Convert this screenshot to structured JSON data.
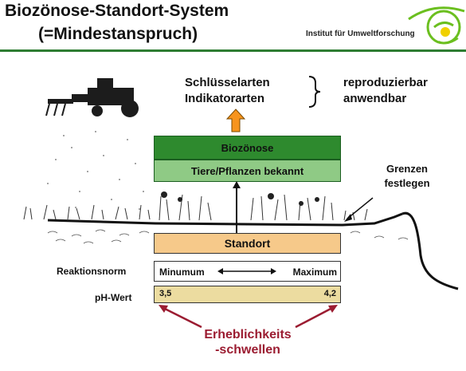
{
  "header": {
    "title_line1": "Biozönose-Standort-System",
    "title_line2": "(=Mindestanspruch)",
    "institute": "Institut für Umweltforschung"
  },
  "top_labels": {
    "left_line1": "Schlüsselarten",
    "left_line2": "Indikatorarten",
    "right_line1": "reproduzierbar",
    "right_line2": "anwendbar"
  },
  "boxes": {
    "biozonose": "Biozönose",
    "tiere_pflanzen": "Tiere/Pflanzen bekannt",
    "standort": "Standort"
  },
  "side_label": {
    "line1": "Grenzen",
    "line2": "festlegen"
  },
  "reaktionsnorm": {
    "label": "Reaktionsnorm",
    "min": "Minumum",
    "max": "Maximum"
  },
  "ph": {
    "label": "pH-Wert",
    "low": "3,5",
    "high": "4,2"
  },
  "schwellen": {
    "line1": "Erheblichkeits",
    "line2": "-schwellen"
  },
  "colors": {
    "dark_green": "#2e8a2e",
    "light_green": "#8fca85",
    "standort_fill": "#f6c98a",
    "ph_fill": "#ecdca0",
    "orange_arrow": "#f7941d",
    "red_text": "#9b1c31",
    "logo_green": "#6bbf1f"
  }
}
